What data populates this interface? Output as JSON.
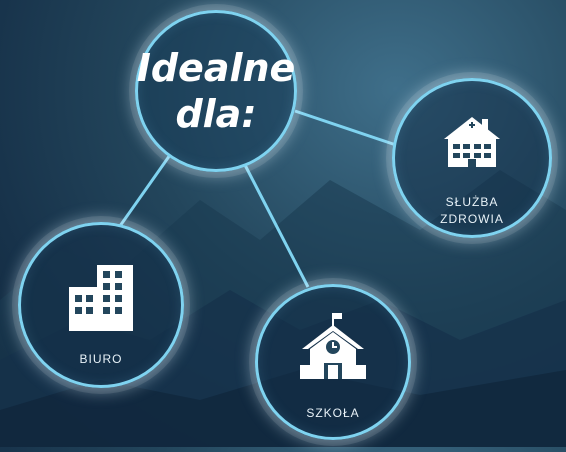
{
  "colors": {
    "ring": "#7fd3f0",
    "line": "#7fd3f0",
    "text": "#ffffff",
    "background": "#23465c"
  },
  "center": {
    "label_line1": "Idealne",
    "label_line2": "dla:"
  },
  "nodes": {
    "sluzba": {
      "label_line1": "SŁUŻBA",
      "label_line2": "ZDROWIA",
      "icon": "hospital-icon"
    },
    "biuro": {
      "label": "BIURO",
      "icon": "office-buildings-icon"
    },
    "szkola": {
      "label": "SZKOŁA",
      "icon": "school-icon"
    }
  }
}
